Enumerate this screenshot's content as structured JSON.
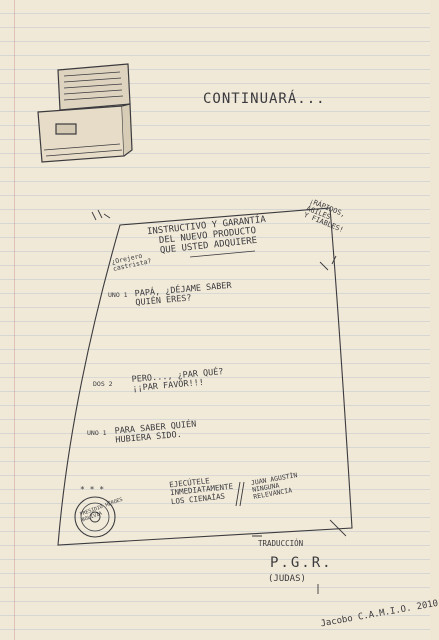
{
  "page": {
    "headline": "CONTINUARÁ...",
    "illustration": "file-cabinet-drawer-drawing",
    "colors": {
      "paper": "#f1e9d7",
      "ink": "#3b3a3e",
      "rule_lines": "#7896be"
    }
  },
  "certificate": {
    "title_line1": "INSTRUCTIVO Y GARANTÍA",
    "title_line2": "DEL NUEVO PRODUCTO",
    "title_line3": "QUE USTED ADQUIERE",
    "side_note_left": "¿Orejero\ncastrista?",
    "side_note_right": "¡RÁPIDOS,\nÁGILES\nY FIABLES!",
    "items": [
      {
        "label": "UNO 1",
        "text": "PAPÁ, ¿DÉJAME SABER\nQUIÉN ERES?"
      },
      {
        "label": "DOS 2",
        "text": "PERO..., ¿PAR QUÉ?\n¡¡PAR FAVOR!!!"
      },
      {
        "label": "UNO 1",
        "text": "PARA SABER QUIÉN\nHUBIERA SIDO."
      }
    ],
    "footer_left": "EJECÚTELE\nINMEDIATAMENTE\nLOS CIENAÍAS",
    "footer_right": "JUAN AGUSTÍN\nNINGUNA\nRELEVANCIA",
    "stamp": "PRESIDIO HÉROES\nBOLIVIA",
    "stars": "* * *"
  },
  "credits": {
    "translation_label": "TRADUCCIÓN",
    "initials": "P.G.R.",
    "alias": "(JUDAS)",
    "signature": "Jacobo C.A.M.I.O. 2010"
  }
}
